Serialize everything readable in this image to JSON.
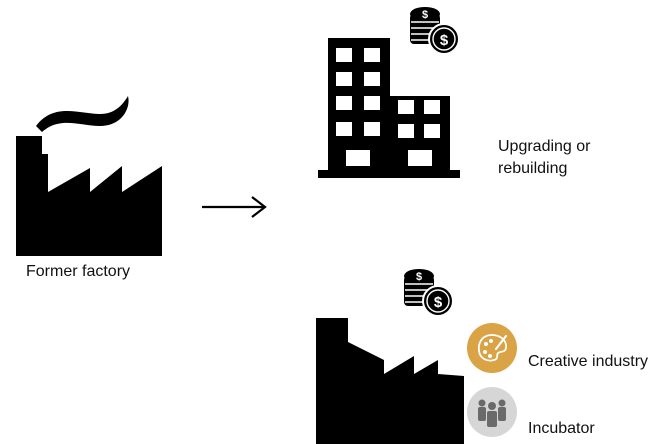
{
  "left": {
    "label": "Former factory"
  },
  "arrow": {
    "icon": "right-arrow-icon"
  },
  "top_option": {
    "label_line1": "Upgrading or",
    "label_line2": "rebuilding",
    "icons": [
      "money-coins-icon",
      "buildings-icon"
    ]
  },
  "bottom_option": {
    "icons": [
      "money-coins-icon",
      "factory-icon"
    ],
    "items": [
      {
        "label": "Creative industry",
        "icon": "palette-icon",
        "color": "#d9a346"
      },
      {
        "label": "Incubator",
        "icon": "people-group-icon",
        "color": "#d6d6d6"
      }
    ]
  }
}
